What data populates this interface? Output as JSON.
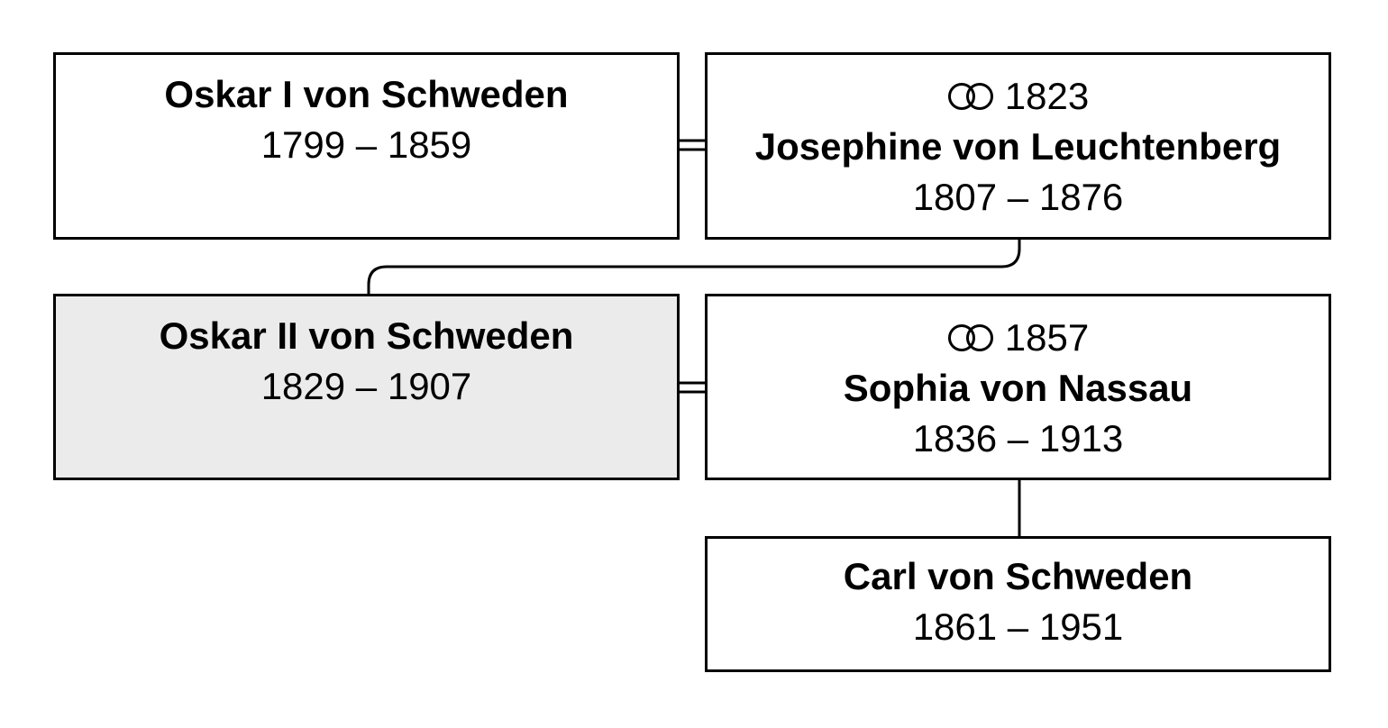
{
  "persons": {
    "oskar_i": {
      "name": "Oskar I von Schweden",
      "dates": "1799 – 1859"
    },
    "josephine": {
      "marriage_year": "1823",
      "name": "Josephine von Leuchtenberg",
      "dates": "1807 – 1876"
    },
    "oskar_ii": {
      "name": "Oskar II von Schweden",
      "dates": "1829 – 1907"
    },
    "sophia": {
      "marriage_year": "1857",
      "name": "Sophia von Nassau",
      "dates": "1836 – 1913"
    },
    "carl": {
      "name": "Carl von Schweden",
      "dates": "1861 – 1951"
    }
  },
  "icons": {
    "marriage": "wedding-rings-icon"
  },
  "colors": {
    "border": "#000000",
    "focus_background": "#ebebeb",
    "background": "#ffffff"
  }
}
